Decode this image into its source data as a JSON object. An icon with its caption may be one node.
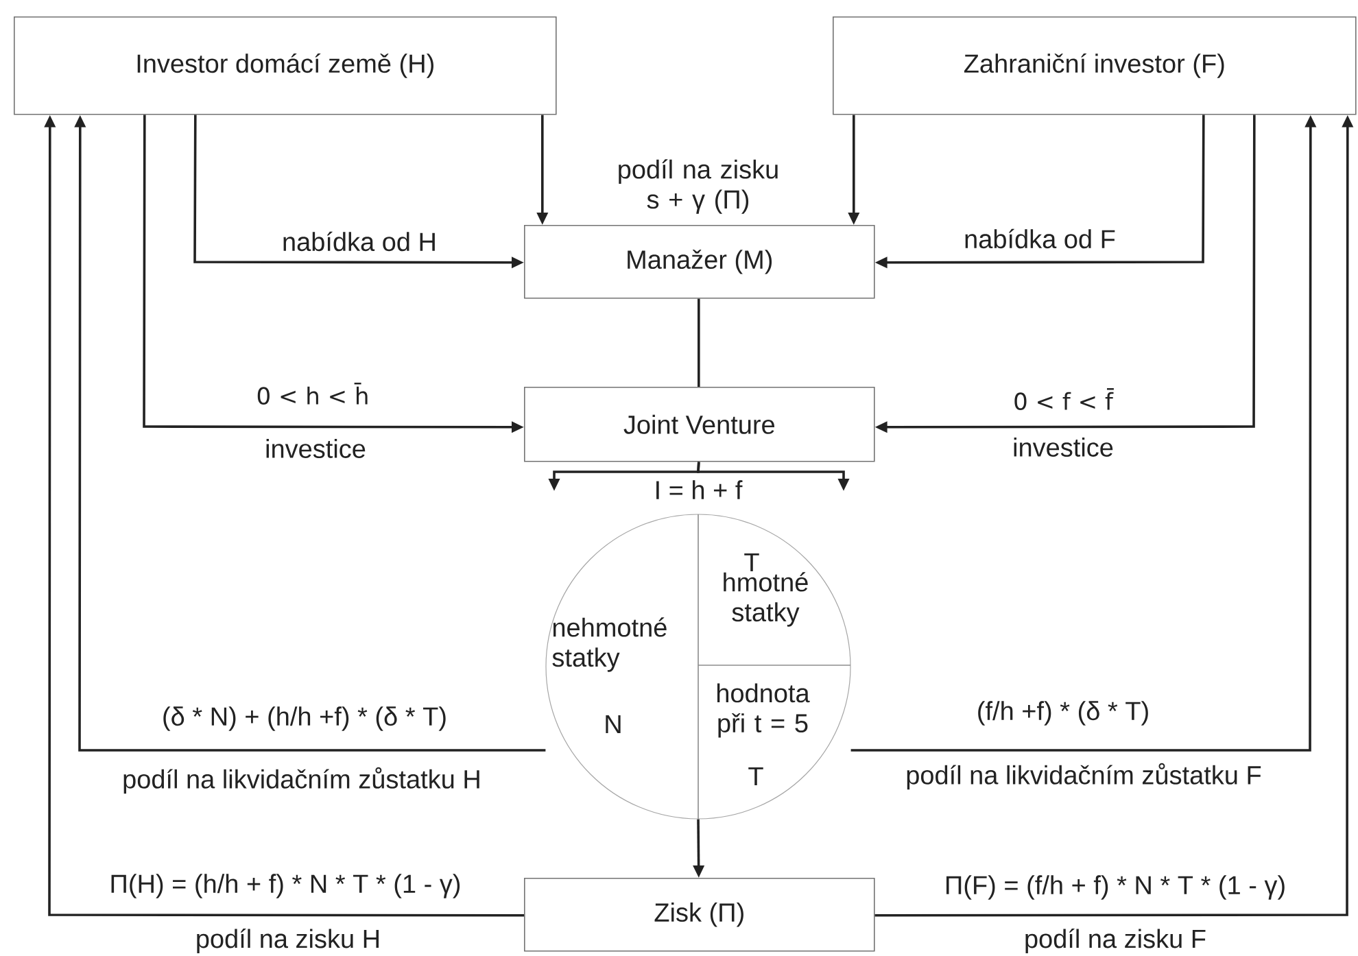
{
  "diagram": {
    "nodes": [
      {
        "text": [
          "Investor domácí země (H)"
        ]
      },
      {
        "text": [
          "Zahraniční investor (F)"
        ]
      },
      {
        "text": [
          "Manažer (M)"
        ]
      },
      {
        "text": [
          "Joint Venture"
        ]
      },
      {
        "text": [
          "nehmotné statky",
          "N",
          "T",
          "hmotné statky",
          "hodnota při t = 5",
          "T"
        ]
      },
      {
        "text": [
          "Zisk (Π)"
        ]
      }
    ],
    "edges": [
      {
        "from": 0,
        "to": 2,
        "arrow": "to"
      },
      {
        "from": 1,
        "to": 2,
        "arrow": "to"
      },
      {
        "from": 0,
        "to": 2,
        "arrow": "to",
        "label": "nabídka od H"
      },
      {
        "from": 1,
        "to": 2,
        "arrow": "to",
        "label": "nabídka od F"
      },
      {
        "from": 0,
        "to": 3,
        "arrow": "to",
        "label": "0 < h < h̄"
      },
      {
        "from": 1,
        "to": 3,
        "arrow": "to",
        "label": "0 < f < f̄"
      },
      {
        "from": 2,
        "to": 3,
        "arrow": "none"
      },
      {
        "from": 3,
        "to": null,
        "arrow": "to"
      },
      {
        "from": 3,
        "to": null,
        "arrow": "to"
      },
      {
        "from": 4,
        "to": 0,
        "arrow": "to",
        "label": "(δ * N) + (h/h +f) * (δ * T)"
      },
      {
        "from": 4,
        "to": 1,
        "arrow": "to",
        "label": "(f/h +f) * (δ * T)"
      },
      {
        "from": 5,
        "to": 0,
        "arrow": "to",
        "label": "Π(H) = (h/h + f) * N * T * (1 - γ)"
      },
      {
        "from": 5,
        "to": 1,
        "arrow": "to",
        "label": "Π(F) = (f/h + f) * N * T * (1 - γ)"
      },
      {
        "from": 4,
        "to": 5,
        "arrow": "to"
      }
    ],
    "labels": [
      "podíl na zisku s + γ (Π)",
      "investice",
      "investice",
      "I = h + f",
      "podíl na likvidačním zůstatku H",
      "podíl na likvidačním zůstatku F",
      "podíl na zisku H",
      "podíl na zisku F"
    ]
  }
}
